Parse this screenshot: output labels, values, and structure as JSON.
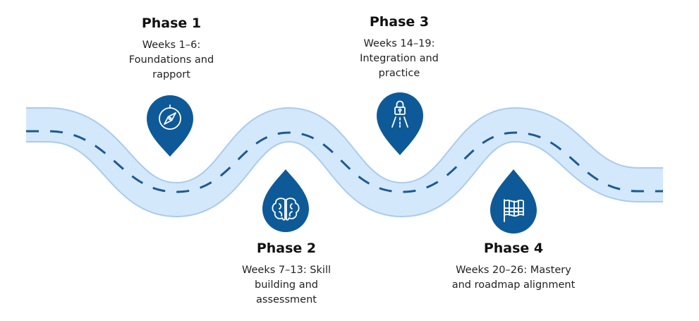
{
  "colors": {
    "road_fill": "#d4e8fb",
    "road_edge": "#a9cbee",
    "road_dash": "#1d5a93",
    "pin": "#0e5a98",
    "icon": "#ffffff"
  },
  "phases": [
    {
      "title": "Phase 1",
      "description": "Weeks 1–6: Foundations and rapport",
      "icon": "compass-icon"
    },
    {
      "title": "Phase 2",
      "description": "Weeks 7–13: Skill building and assessment",
      "icon": "brain-icon"
    },
    {
      "title": "Phase 3",
      "description": "Weeks 14–19: Integration and practice",
      "icon": "road-lock-icon"
    },
    {
      "title": "Phase 4",
      "description": "Weeks 20–26: Mastery and roadmap alignment",
      "icon": "checkered-flag-icon"
    }
  ]
}
